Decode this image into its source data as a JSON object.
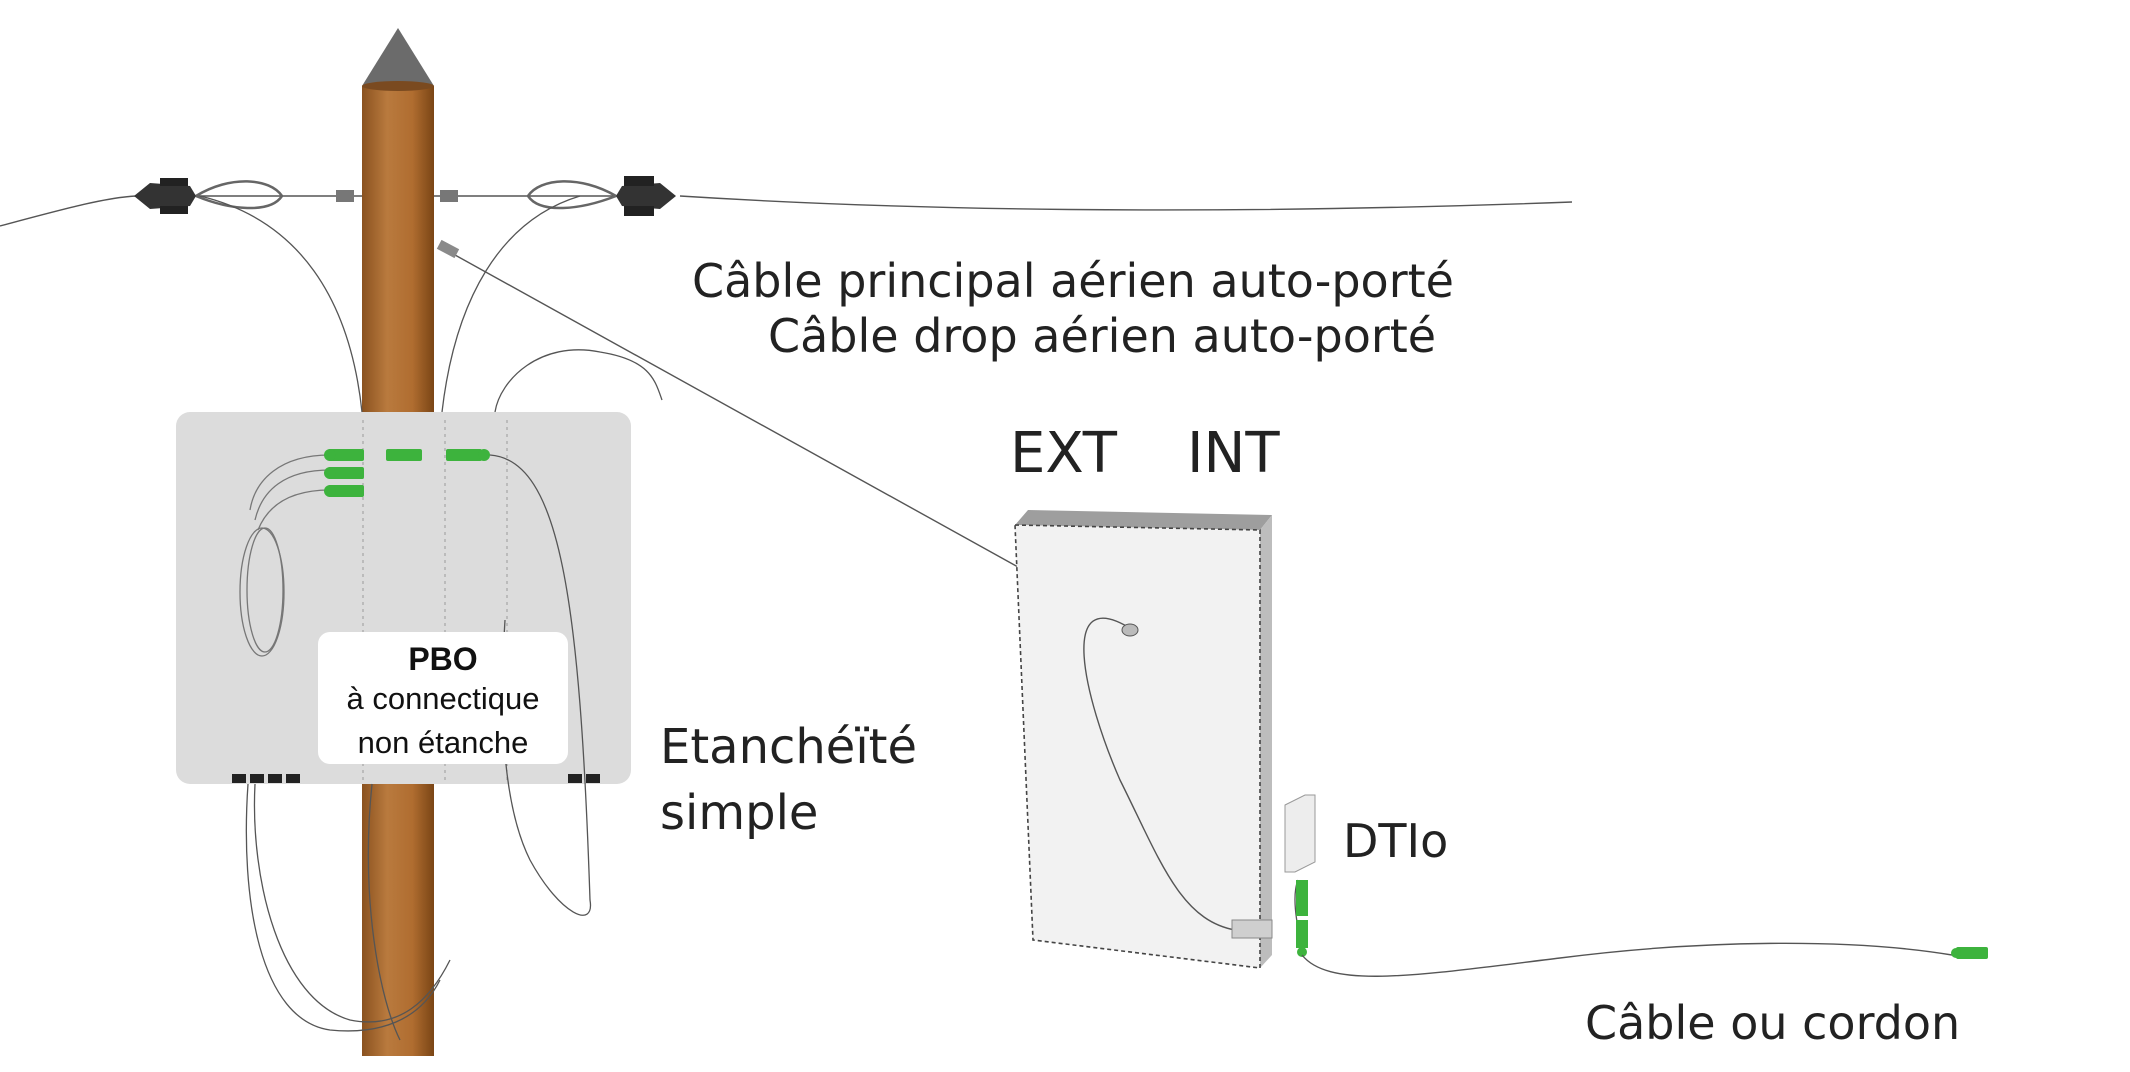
{
  "labels": {
    "main_cable": "Câble principal aérien auto-porté",
    "drop_cable": "Câble drop aérien auto-porté",
    "ext": "EXT",
    "int": "INT",
    "sealing_line1": "Etanchéïté",
    "sealing_line2": "simple",
    "dtio": "DTIo",
    "cable_or_cord": "Câble ou cordon"
  },
  "pbo_box": {
    "title": "PBO",
    "line1": "à connectique",
    "line2": "non étanche"
  },
  "colors": {
    "pole": "#b36f33",
    "pole_dark": "#7e4a1c",
    "pole_cap": "#666666",
    "box": "#dcdcdc",
    "wall_face": "#f2f2f2",
    "wall_side": "#bdbdbd",
    "connector": "#3db33d",
    "cable": "#555555"
  },
  "icons": {
    "anchor_clamp": "dead-end-clamp-icon",
    "connector": "sc-apc-connector-icon"
  }
}
